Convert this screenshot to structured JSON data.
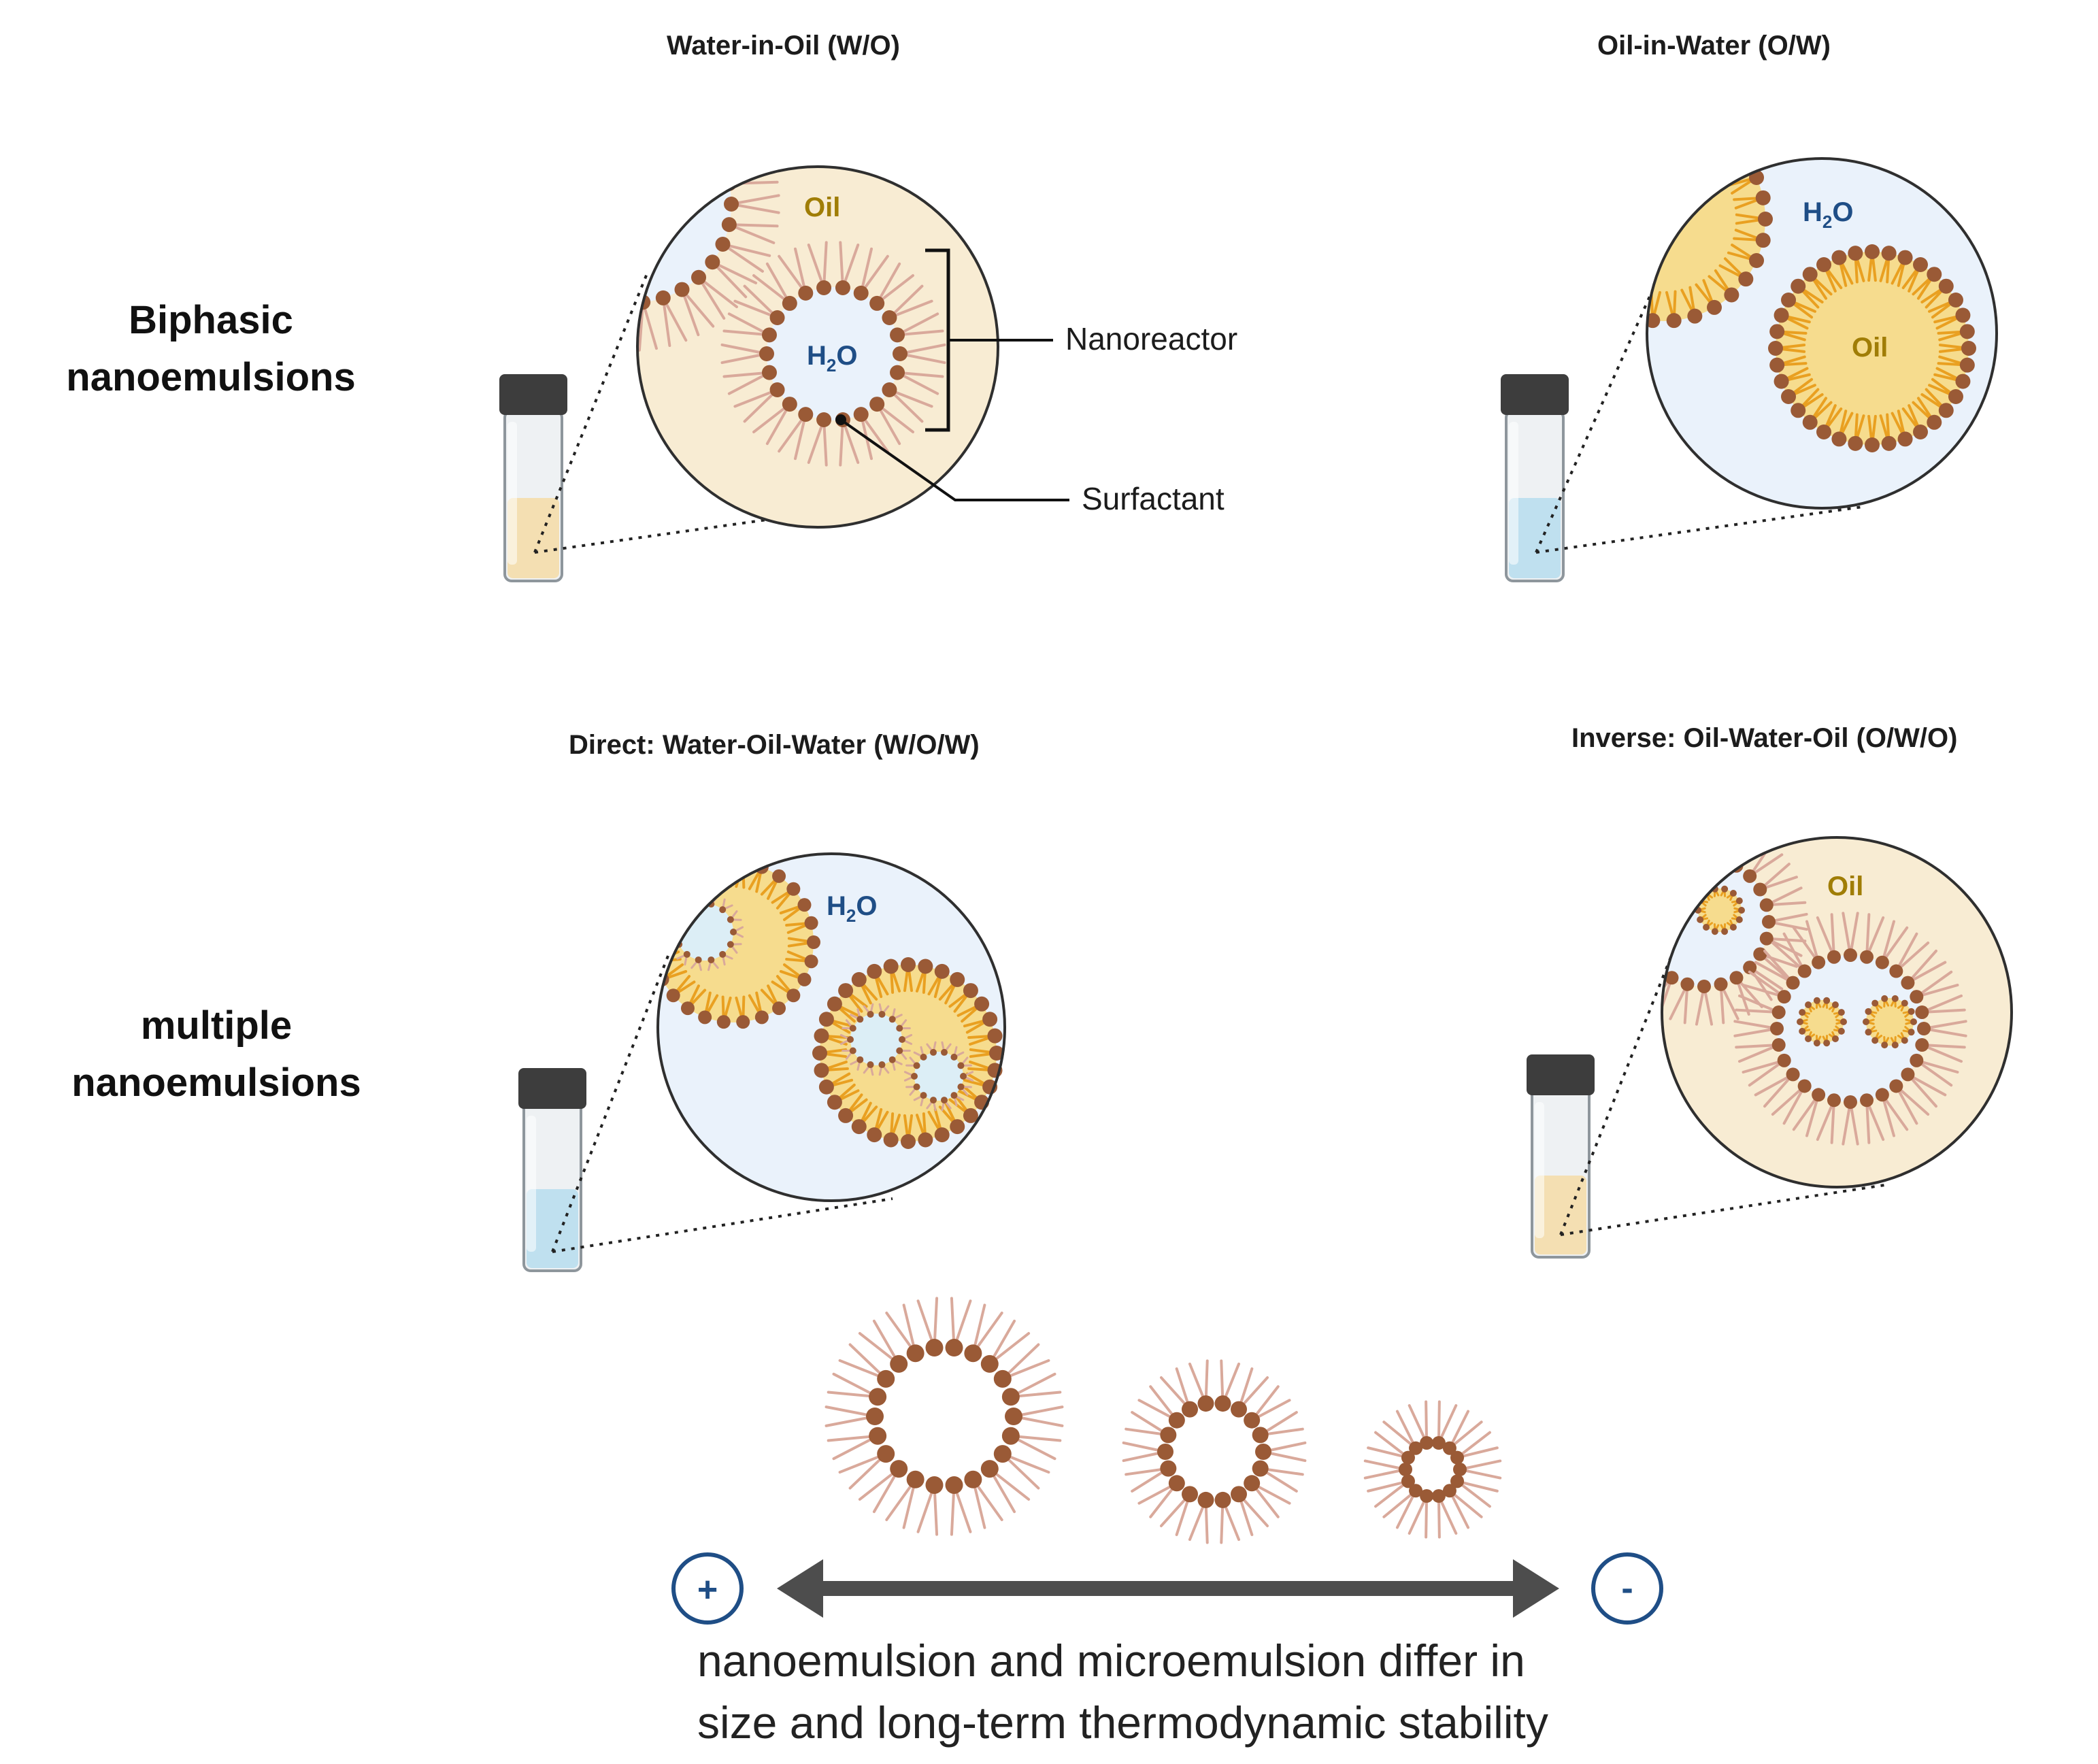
{
  "titles": {
    "wo": "Water-in-Oil   (W/O)",
    "ow": "Oil-in-Water   (O/W)",
    "wow": "Direct: Water-Oil-Water  (W/O/W)",
    "owo": "Inverse: Oil-Water-Oil   (O/W/O)"
  },
  "rows": {
    "biphasic_line1": "Biphasic",
    "biphasic_line2": "nanoemulsions",
    "multiple_line1": "multiple",
    "multiple_line2": "nanoemulsions"
  },
  "labels": {
    "oil": "Oil",
    "h2o_h": "H",
    "h2o_sub": "2",
    "h2o_o": "O",
    "nanoreactor": "Nanoreactor",
    "surfactant": "Surfactant"
  },
  "scale": {
    "plus": "+",
    "minus": "-",
    "caption_line1": "nanoemulsion and microemulsion differ in",
    "caption_line2": "size and long-term thermodynamic stability"
  },
  "colors": {
    "oil_fill": "#f8ecd3",
    "water_fill": "#eaf2fb",
    "head": "#9a5a36",
    "tail_pale": "#d9a99b",
    "tail_orange": "#e9a021",
    "oil_core": "#f6dc8e",
    "arrow": "#4d4d4d",
    "sign_ring": "#1f4e86"
  }
}
